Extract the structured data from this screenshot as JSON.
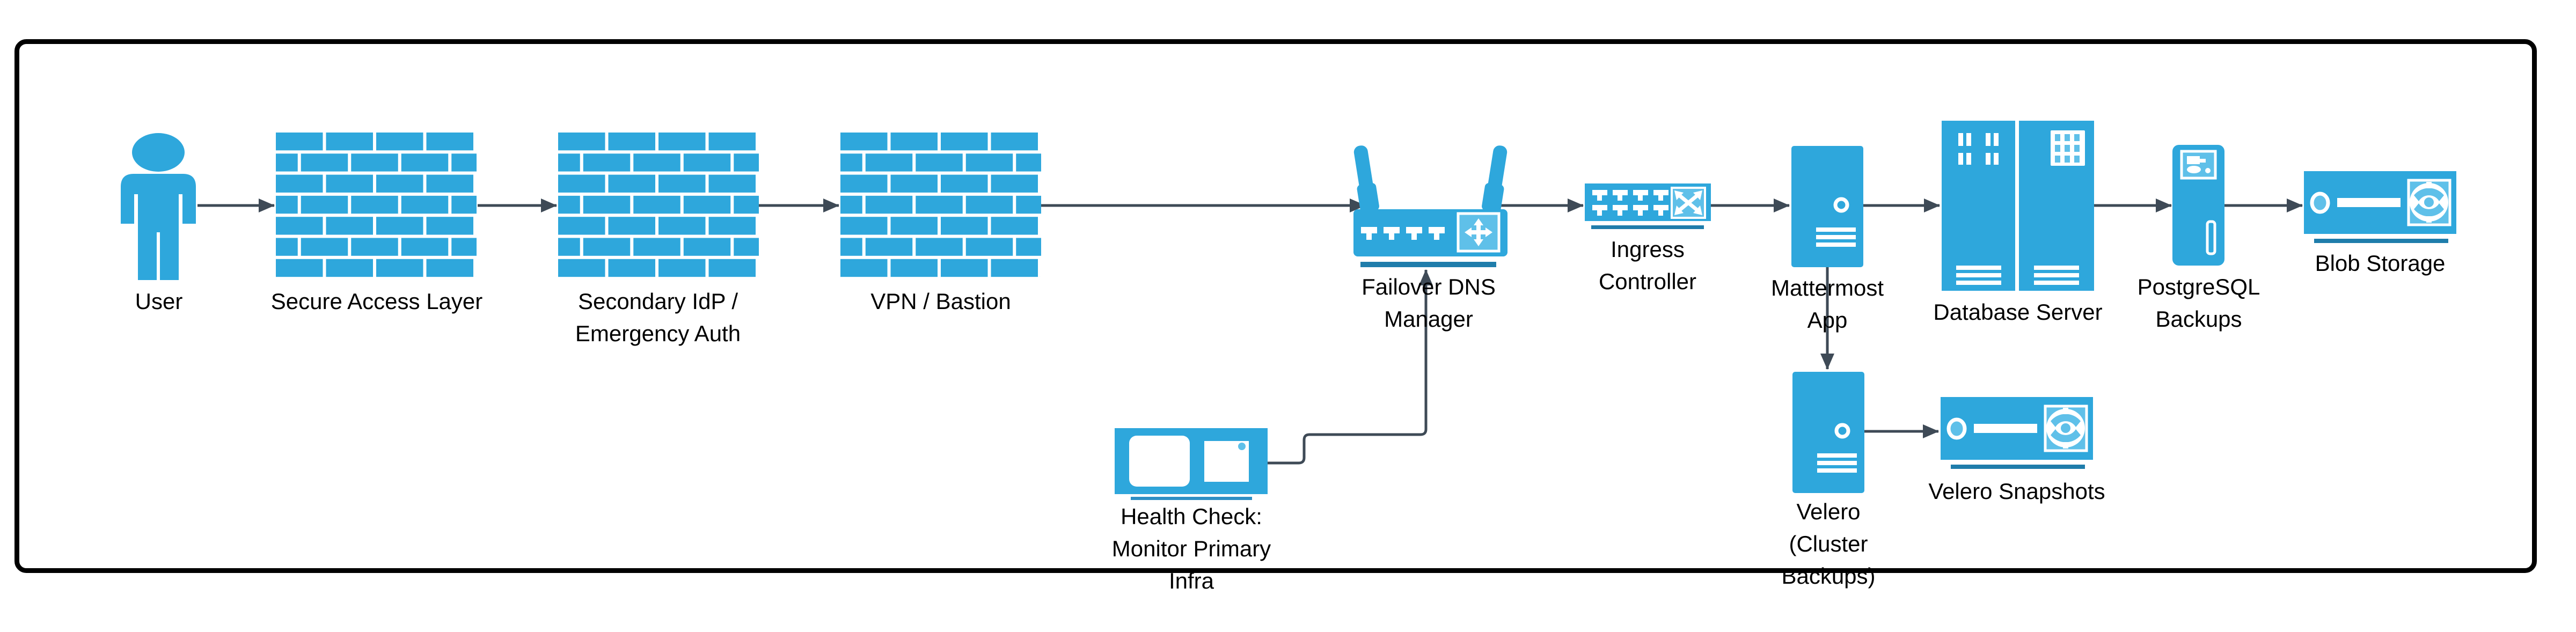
{
  "diagram": {
    "type": "flowchart",
    "background": "#FFFFFF",
    "colors": {
      "primary": "#2EA7DC",
      "light": "#5FC0E9",
      "dark": "#1F7DAB",
      "underline": "#2E8FC4",
      "edge": "#3E4A56",
      "border": "#000000",
      "text": "#000000"
    },
    "nodes": [
      {
        "id": "user",
        "label": "User",
        "icon": "person-icon"
      },
      {
        "id": "secure-access-layer",
        "label": "Secure Access Layer",
        "icon": "firewall-icon"
      },
      {
        "id": "secondary-idp",
        "label": "Secondary IdP /\nEmergency Auth",
        "icon": "firewall-icon"
      },
      {
        "id": "vpn-bastion",
        "label": "VPN / Bastion",
        "icon": "firewall-icon"
      },
      {
        "id": "failover-dns-manager",
        "label": "Failover DNS\nManager",
        "icon": "wireless-router-icon"
      },
      {
        "id": "ingress-controller",
        "label": "Ingress\nController",
        "icon": "network-switch-icon"
      },
      {
        "id": "mattermost-app",
        "label": "Mattermost\nApp",
        "icon": "server-tower-icon"
      },
      {
        "id": "database-server",
        "label": "Database Server",
        "icon": "server-rack-icon"
      },
      {
        "id": "postgresql-backups",
        "label": "PostgreSQL\nBackups",
        "icon": "backup-server-icon"
      },
      {
        "id": "blob-storage",
        "label": "Blob Storage",
        "icon": "tape-storage-icon"
      },
      {
        "id": "health-check",
        "label": "Health Check:\nMonitor Primary\nInfra",
        "icon": "monitor-icon"
      },
      {
        "id": "velero",
        "label": "Velero\n(Cluster\nBackups)",
        "icon": "server-tower-icon"
      },
      {
        "id": "velero-snapshots",
        "label": "Velero Snapshots",
        "icon": "tape-storage-icon"
      }
    ],
    "edges": [
      {
        "from": "user",
        "to": "secure-access-layer"
      },
      {
        "from": "secure-access-layer",
        "to": "secondary-idp"
      },
      {
        "from": "secondary-idp",
        "to": "vpn-bastion"
      },
      {
        "from": "vpn-bastion",
        "to": "failover-dns-manager"
      },
      {
        "from": "failover-dns-manager",
        "to": "ingress-controller"
      },
      {
        "from": "ingress-controller",
        "to": "mattermost-app"
      },
      {
        "from": "mattermost-app",
        "to": "database-server"
      },
      {
        "from": "database-server",
        "to": "postgresql-backups"
      },
      {
        "from": "postgresql-backups",
        "to": "blob-storage"
      },
      {
        "from": "mattermost-app",
        "to": "velero"
      },
      {
        "from": "velero",
        "to": "velero-snapshots"
      },
      {
        "from": "health-check",
        "to": "failover-dns-manager"
      }
    ]
  }
}
